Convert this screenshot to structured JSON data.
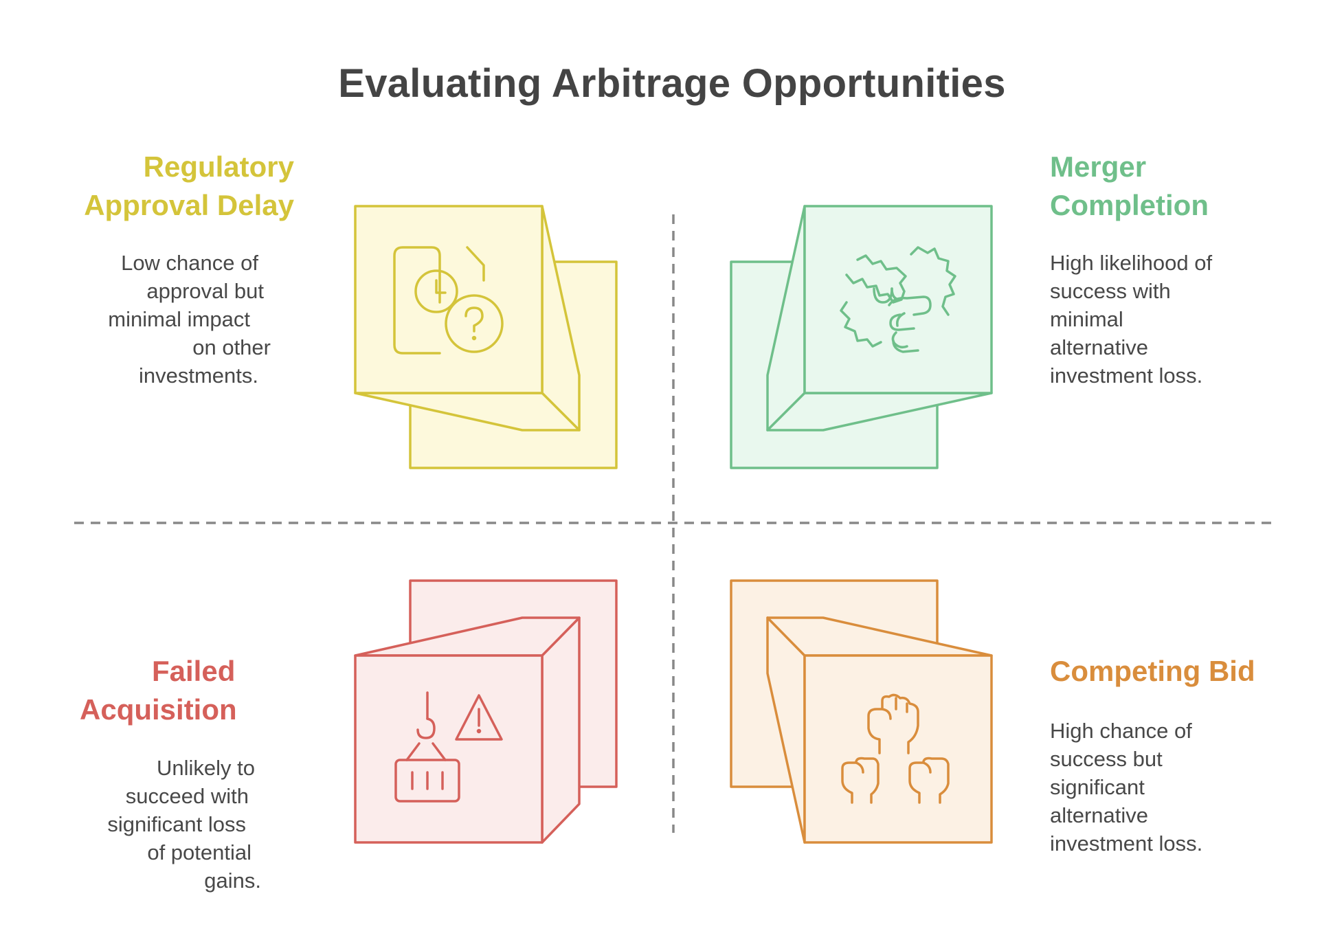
{
  "title": "Evaluating Arbitrage Opportunities",
  "quadrants": {
    "top_left": {
      "heading": [
        "Regulatory",
        "Approval Delay"
      ],
      "desc": [
        "Low chance of",
        "approval but",
        "minimal impact",
        "on other",
        "investments."
      ],
      "color": "#d4c43a",
      "fill": "#fdf9dc",
      "icon": "document-clock-question-icon"
    },
    "top_right": {
      "heading": [
        "Merger",
        "Completion"
      ],
      "desc": [
        "High likelihood of",
        "success with",
        "minimal",
        "alternative",
        "investment loss."
      ],
      "color": "#6fbf8a",
      "fill": "#e9f8ee",
      "icon": "handshake-puzzle-icon"
    },
    "bottom_left": {
      "heading": [
        "Failed",
        "Acquisition"
      ],
      "desc": [
        "Unlikely to",
        "succeed with",
        "significant loss",
        "of potential",
        "gains."
      ],
      "color": "#d5605a",
      "fill": "#fbeceb",
      "icon": "crane-hook-warning-icon"
    },
    "bottom_right": {
      "heading": [
        "Competing Bid"
      ],
      "desc": [
        "High chance of",
        "success but",
        "significant",
        "alternative",
        "investment loss."
      ],
      "color": "#d98d3c",
      "fill": "#fcf1e4",
      "icon": "raised-fists-icon"
    }
  },
  "divider_color": "#888888"
}
